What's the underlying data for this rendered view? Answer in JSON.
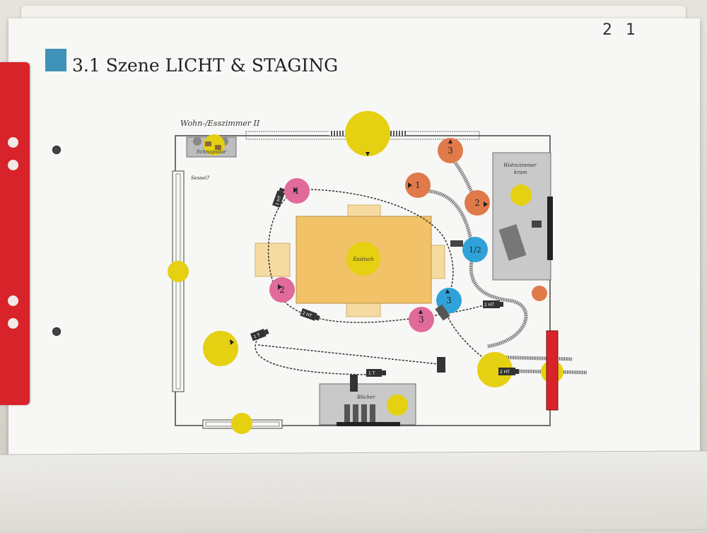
{
  "header": {
    "corner_note": "2 1",
    "title": "3.1 Szene LICHT & STAGING"
  },
  "plan": {
    "room_label": "Wohn-/Esszimmer II",
    "labels": {
      "schnapsbar": "Schnapsbar",
      "sessel": "Sessel?",
      "wohnzimmer": "Wohnzimmer",
      "kram": "kram",
      "esstisch": "Esstisch",
      "buecher": "Bücher"
    },
    "spot_numbers": {
      "pink1": "1",
      "pink2": "2",
      "pink3": "3",
      "orange1": "1",
      "orange2": "2",
      "orange3": "3",
      "blue12": "1/2",
      "blue3": "3"
    },
    "camera_labels": {
      "c1": "1 HT",
      "c2": "2 HT",
      "c3": "1 T",
      "c4": "1 T",
      "c5": "2 HT",
      "c6": "2 HT"
    },
    "colors": {
      "yellow": "#e5d012",
      "pink": "#e06a9a",
      "orange": "#e07a4a",
      "blue": "#2fa3d9",
      "table": "#f2c268",
      "chair": "#f6dba0",
      "furniture": "#c9c9c9",
      "red_bar": "#d8232a"
    }
  }
}
